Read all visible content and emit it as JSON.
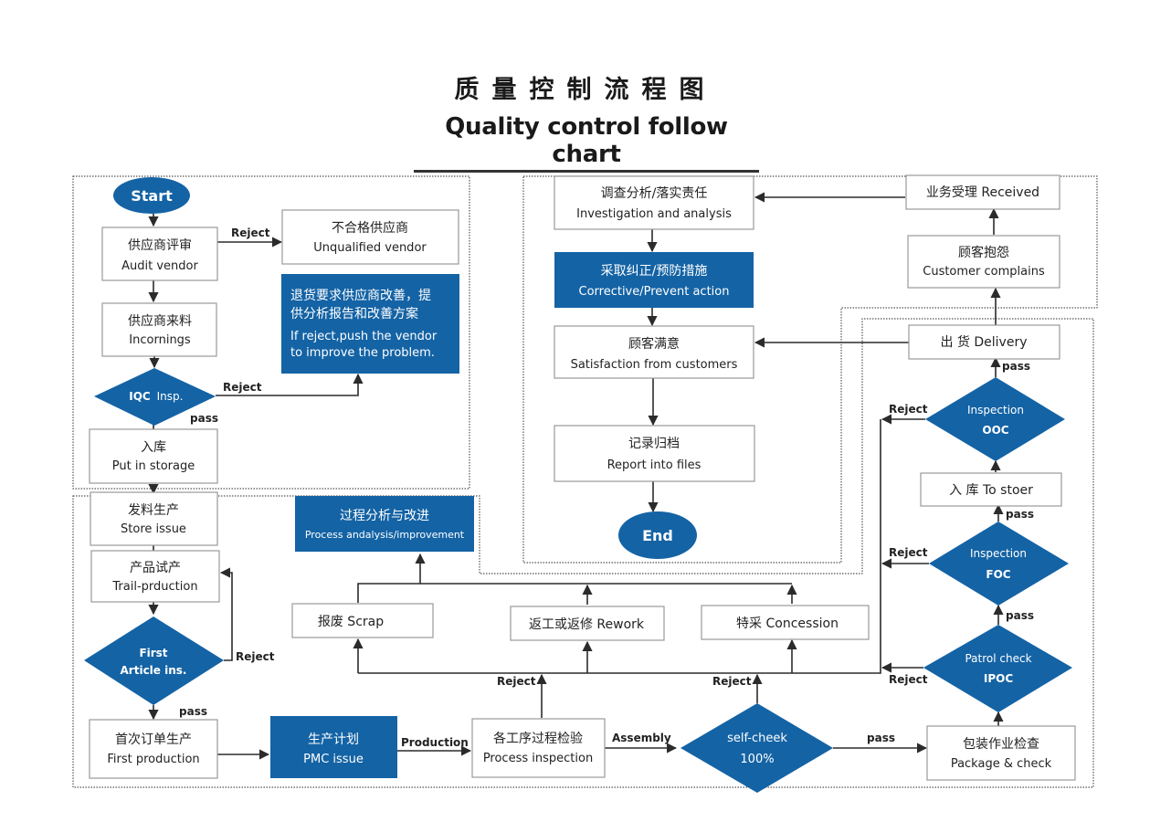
{
  "title": {
    "cn": "质量控制流程图",
    "en": "Quality control follow chart"
  },
  "colors": {
    "node_blue": "#1463a5",
    "line": "#2b2b2b",
    "box_border": "#9a9a9a"
  },
  "nodes": {
    "start": {
      "label": "Start"
    },
    "audit_vendor": {
      "cn": "供应商评审",
      "en": "Audit vendor"
    },
    "unqualified_vendor": {
      "cn": "不合格供应商",
      "en": "Unqualified vendor"
    },
    "vendor_improve": {
      "cn1": "退货要求供应商改善，提",
      "cn2": "供分析报告和改善方案",
      "en1": "If reject,push the vendor",
      "en2": "to improve the problem."
    },
    "incomings": {
      "cn": "供应商来料",
      "en": "Incornings"
    },
    "iqc": {
      "label1": "IQC",
      "label2": "Insp."
    },
    "put_in_storage": {
      "cn": "入库",
      "en": "Put in storage"
    },
    "store_issue": {
      "cn": "发料生产",
      "en": "Store issue"
    },
    "trail_production": {
      "cn": "产品试产",
      "en": "Trail-prduction"
    },
    "first_article": {
      "label1": "First",
      "label2": "Article ins."
    },
    "first_production": {
      "cn": "首次订单生产",
      "en": "First production"
    },
    "pmc_issue": {
      "cn": "生产计划",
      "en": "PMC issue"
    },
    "process_inspection": {
      "cn": "各工序过程检验",
      "en": "Process inspection"
    },
    "self_check": {
      "label1": "self-cheek",
      "label2": "100%"
    },
    "package_check": {
      "cn": "包装作业检查",
      "en": "Package & check"
    },
    "scrap": {
      "label": "报废 Scrap"
    },
    "rework": {
      "label": "返工或返修  Rework"
    },
    "concession": {
      "label": "特采 Concession"
    },
    "process_analysis": {
      "cn": "过程分析与改进",
      "en": "Process andalysis/improvement"
    },
    "ipoc": {
      "label1": "Patrol check",
      "label2": "IPOC"
    },
    "foc": {
      "label1": "Inspection",
      "label2": "FOC"
    },
    "to_store": {
      "label": "入  库  To stoer"
    },
    "ooc": {
      "label1": "Inspection",
      "label2": "OOC"
    },
    "delivery": {
      "label": "出  货  Delivery"
    },
    "customer_complains": {
      "cn": "顾客抱怨",
      "en": "Customer complains"
    },
    "received": {
      "label": "业务受理  Received"
    },
    "investigation": {
      "cn": "调查分析/落实责任",
      "en": "Investigation and analysis"
    },
    "corrective": {
      "cn": "采取纠正/预防措施",
      "en": "Corrective/Prevent action"
    },
    "satisfaction": {
      "cn": "顾客满意",
      "en": "Satisfaction from customers"
    },
    "report_files": {
      "cn": "记录归档",
      "en": "Report into files"
    },
    "end": {
      "label": "End"
    }
  },
  "edge_labels": {
    "reject": "Reject",
    "pass": "pass",
    "production": "Production",
    "assembly": "Assembly"
  }
}
